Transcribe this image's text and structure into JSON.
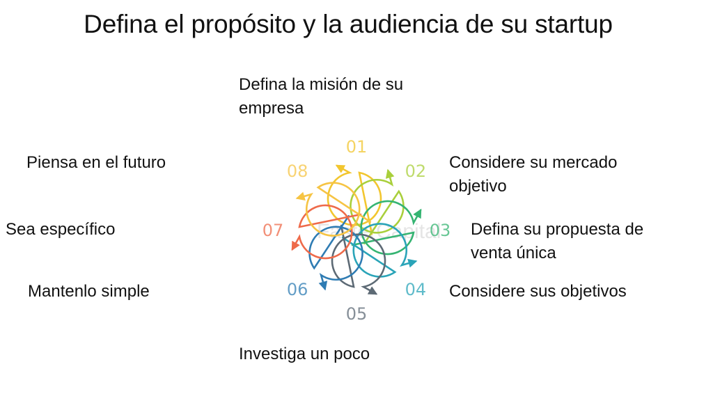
{
  "title": "Defina el propósito y la audiencia de su startup",
  "watermark": "FasterCapital",
  "steps": [
    {
      "number": "01",
      "text": "Defina la misión de su empresa",
      "lines": [
        "Defina la misión de su",
        "empresa"
      ],
      "color": "#f2c62f"
    },
    {
      "number": "02",
      "text": "Considere su mercado objetivo",
      "lines": [
        "Considere su mercado",
        "objetivo"
      ],
      "color": "#a9cf3b"
    },
    {
      "number": "03",
      "text": "Defina su propuesta de venta única",
      "lines": [
        "Defina su propuesta de",
        "venta única"
      ],
      "color": "#35b472"
    },
    {
      "number": "04",
      "text": "Considere sus objetivos",
      "lines": [
        "Considere sus objetivos"
      ],
      "color": "#2aa4b8"
    },
    {
      "number": "05",
      "text": "Investiga un poco",
      "lines": [
        "Investiga un poco"
      ],
      "color": "#5d6a75"
    },
    {
      "number": "06",
      "text": "Mantenlo simple",
      "lines": [
        "Mantenlo simple"
      ],
      "color": "#2f7cb3"
    },
    {
      "number": "07",
      "text": "Sea específico",
      "lines": [
        "Sea específico"
      ],
      "color": "#ee6a4a"
    },
    {
      "number": "08",
      "text": "Piensa en el futuro",
      "lines": [
        "Piensa en el futuro"
      ],
      "color": "#f6c444"
    }
  ]
}
